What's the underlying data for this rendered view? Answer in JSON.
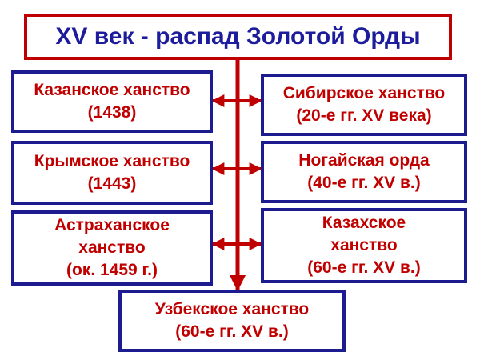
{
  "title": "XV век - распад Золотой Орды",
  "khanates": {
    "kazan": {
      "name": "Казанское ханство",
      "date": "(1438)"
    },
    "siberia": {
      "name": "Сибирское ханство",
      "date": "(20-е гг. XV века)"
    },
    "crimea": {
      "name": "Крымское ханство",
      "date": "(1443)"
    },
    "nogai": {
      "name": "Ногайская орда",
      "date": "(40-е гг. XV в.)"
    },
    "astrakhan": {
      "name_line1": "Астраханское",
      "name_line2": "ханство",
      "date": "(ок. 1459 г.)"
    },
    "kazakh": {
      "name_line1": "Казахское",
      "name_line2": "ханство",
      "date": "(60-е гг. XV в.)"
    },
    "uzbek": {
      "name": "Узбекское ханство",
      "date": "(60-е гг. XV в.)"
    }
  },
  "colors": {
    "title_border": "#c00000",
    "title_text": "#1c1c9c",
    "box_border": "#1c1c90",
    "box_text": "#c00000",
    "connector": "#c00000"
  }
}
